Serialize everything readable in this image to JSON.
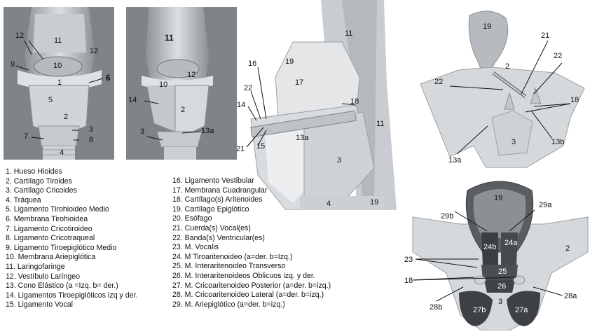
{
  "colors": {
    "cartilage": "#d6d9dc",
    "cartilage_dark": "#9fa4a8",
    "membrane": "#e6e8ea",
    "muscle": "#3a3d41",
    "muscle_light": "#6a6e73",
    "line": "#111111"
  },
  "legend_left": [
    "1. Hueso Hioides",
    "2. Cartílago Tiroides",
    "3. Cartílago Cricoides",
    "4. Tráquea",
    "5. Ligamento Tirohioideo Medio",
    "6. Membrana Tirohioidea",
    "7. Ligamento Cricotiroideo",
    "8. Ligamento Cricotraqueal",
    "9. Ligamento Tiroepiglótico Medio",
    "10. Membrana Ariepiglótica",
    "11. Laringofaringe",
    "12. Vestíbulo Laríngeo",
    "13. Cono Elástico (a =Izq. b= der.)",
    "14. Ligamentos Tiroepiglóticos izq y der.",
    "15. Ligamento Vocal"
  ],
  "legend_right": [
    "16. Ligamento Vestibular",
    "17. Membrana Cuadrangular",
    "18. Cartílago(s) Aritenoides",
    "19. Cartílago Epiglótico",
    "20. Esófago",
    "21. Cuerda(s) Vocal(es)",
    "22. Banda(s) Ventricular(es)",
    "23. M. Vocalis",
    "24. M Tiroaritenoideo (a=der. b=Izq.)",
    "25. M. Interaritenoideo Transverso",
    "26. M. Interaritenoideos Oblicuos izq. y der.",
    "27. M. Cricoaritenoideo Posterior (a=der. b=izq.)",
    "28. M.  Cricoaritenoideo Lateral (a=der. b=izq.)",
    "29. M. Ariepiglótico (a=der. b=izq.)"
  ],
  "panel1": {
    "l11": "11",
    "l12a": "12",
    "l12b": "12",
    "l9": "9",
    "l10": "10",
    "l1": "1",
    "l6": "6",
    "l5": "5",
    "l2": "2",
    "l3": "3",
    "l7": "7",
    "l8": "8",
    "l4": "4"
  },
  "panel2": {
    "l11": "11",
    "l12": "12",
    "l10": "10",
    "l14": "14",
    "l2": "2",
    "l3": "3",
    "l13a": "13a"
  },
  "panel3": {
    "l11a": "11",
    "l19": "19",
    "l16": "16",
    "l17": "17",
    "l22": "22",
    "l14": "14",
    "l18": "18",
    "l11b": "11",
    "l13a": "13a",
    "l21": "21",
    "l15": "15",
    "l3": "3",
    "l4": "4",
    "l19b": "19"
  },
  "panel4": {
    "l19": "19",
    "l21": "21",
    "l22a": "22",
    "l2": "2",
    "l22b": "22",
    "l18": "18",
    "l3": "3",
    "l13a": "13a",
    "l13b": "13b"
  },
  "panel5": {
    "l19": "19",
    "l29b": "29b",
    "l29a": "29a",
    "l24b": "24b",
    "l24a": "24a",
    "l2": "2",
    "l23": "23",
    "l25": "25",
    "l18": "18",
    "l26": "26",
    "l28b": "28b",
    "l28a": "28a",
    "l27b": "27b",
    "l3": "3",
    "l27a": "27a"
  }
}
